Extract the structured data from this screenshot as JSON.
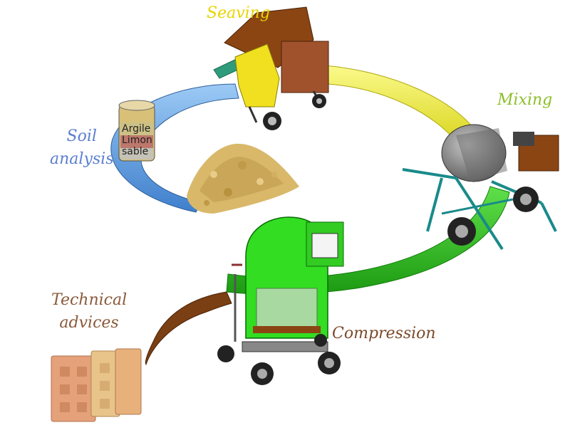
{
  "labels": {
    "seaving": "Seaving",
    "mixing": "Mixing",
    "soil_line1": "Soil",
    "soil_line2": "analysis",
    "technical_line1": "Technical",
    "technical_line2": "advices",
    "compression": "Compression"
  },
  "jar": {
    "line1": "Argile",
    "line2": "Limon",
    "line3": "sable"
  },
  "colors": {
    "seaving": "#e8d400",
    "mixing": "#8dbf2a",
    "soil": "#5b7fd0",
    "technical": "#8a5a3a",
    "compression": "#7a4a2a",
    "ring_blue": "#6aa7e6",
    "ring_yellow": "#f0ee30",
    "ring_green": "#2fc01e",
    "ring_brown": "#7a3f12",
    "block": "#e6a77a"
  }
}
